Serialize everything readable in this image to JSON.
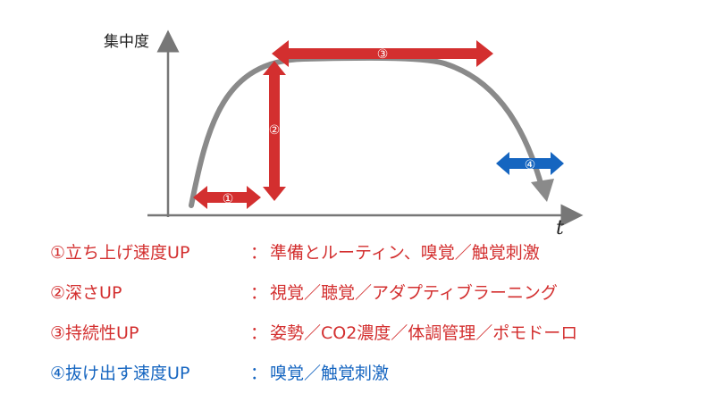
{
  "diagram": {
    "y_axis_label": "集中度",
    "x_axis_label": "t",
    "arrows": [
      {
        "id": "arrow-1",
        "label": "①",
        "color": "#d32f2f"
      },
      {
        "id": "arrow-2",
        "label": "②",
        "color": "#d32f2f"
      },
      {
        "id": "arrow-3",
        "label": "③",
        "color": "#d32f2f"
      },
      {
        "id": "arrow-4",
        "label": "④",
        "color": "#1565c0"
      }
    ],
    "curve_color": "#8a8a8a"
  },
  "legend": [
    {
      "label": "①立ち上げ速度UP",
      "separator": "：",
      "desc": "準備とルーティン、嗅覚／触覚刺激",
      "color": "#d32f2f"
    },
    {
      "label": "②深さUP",
      "separator": "：",
      "desc": "視覚／聴覚／アダプティブラーニング",
      "color": "#d32f2f"
    },
    {
      "label": "③持続性UP",
      "separator": "：",
      "desc": "姿勢／CO2濃度／体調管理／ポモドーロ",
      "color": "#d32f2f"
    },
    {
      "label": "④抜け出す速度UP",
      "separator": "：",
      "desc": "嗅覚／触覚刺激",
      "color": "#1565c0"
    }
  ]
}
